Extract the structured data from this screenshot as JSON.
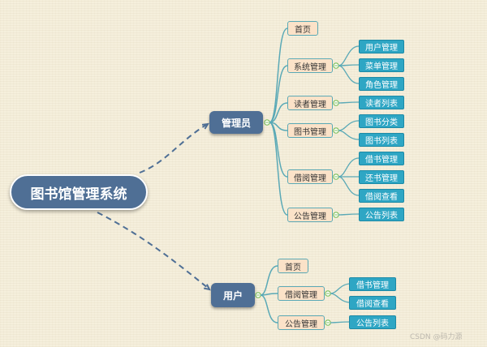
{
  "root": {
    "label": "图书馆管理系统"
  },
  "admin": {
    "label": "管理员",
    "modules": [
      {
        "label": "首页",
        "children": []
      },
      {
        "label": "系统管理",
        "children": [
          "用户管理",
          "菜单管理",
          "角色管理"
        ]
      },
      {
        "label": "读者管理",
        "children": [
          "读者列表"
        ]
      },
      {
        "label": "图书管理",
        "children": [
          "图书分类",
          "图书列表"
        ]
      },
      {
        "label": "借阅管理",
        "children": [
          "借书管理",
          "还书管理",
          "借阅查看"
        ]
      },
      {
        "label": "公告管理",
        "children": [
          "公告列表"
        ]
      }
    ]
  },
  "user": {
    "label": "用户",
    "modules": [
      {
        "label": "首页",
        "children": []
      },
      {
        "label": "借阅管理",
        "children": [
          "借书管理",
          "借阅查看"
        ]
      },
      {
        "label": "公告管理",
        "children": [
          "公告列表"
        ]
      }
    ]
  },
  "credit": "CSDN @码力源",
  "colors": {
    "hub": "#4f6f95",
    "module_fill": "#fbe2c8",
    "leaf_fill": "#2ea6c4",
    "line": "#5aa9b6",
    "dashed_line": "#4f6f95",
    "expander": "#7cbf5a"
  }
}
